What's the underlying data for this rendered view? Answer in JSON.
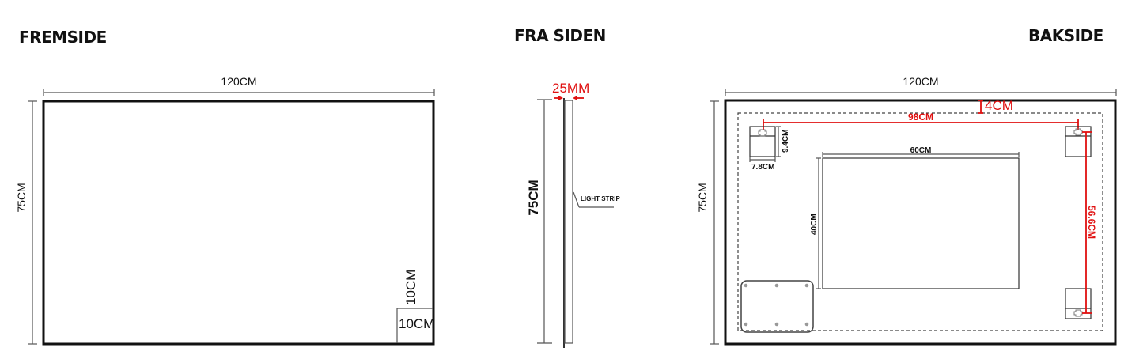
{
  "views": {
    "front": {
      "title": "FREMSIDE",
      "width_label": "120CM",
      "height_label": "75CM",
      "sensor_height_label": "10CM",
      "sensor_width_label": "10CM"
    },
    "side": {
      "title": "FRA SIDEN",
      "depth_label": "25MM",
      "height_label": "75CM",
      "light_strip_label": "LIGHT STRIP"
    },
    "back": {
      "title": "BAKSIDE",
      "width_label": "120CM",
      "height_label": "75CM",
      "top_offset_label": "4CM",
      "hook_spacing_label": "98CM",
      "hook_vertical_spacing_label": "56.6CM",
      "bracket_height_label": "9.4CM",
      "bracket_width_label": "7.8CM",
      "panel_width_label": "60CM",
      "panel_height_label": "40CM"
    }
  },
  "colors": {
    "line": "#111111",
    "dimension_line": "#555555",
    "accent_red": "#e01010"
  }
}
